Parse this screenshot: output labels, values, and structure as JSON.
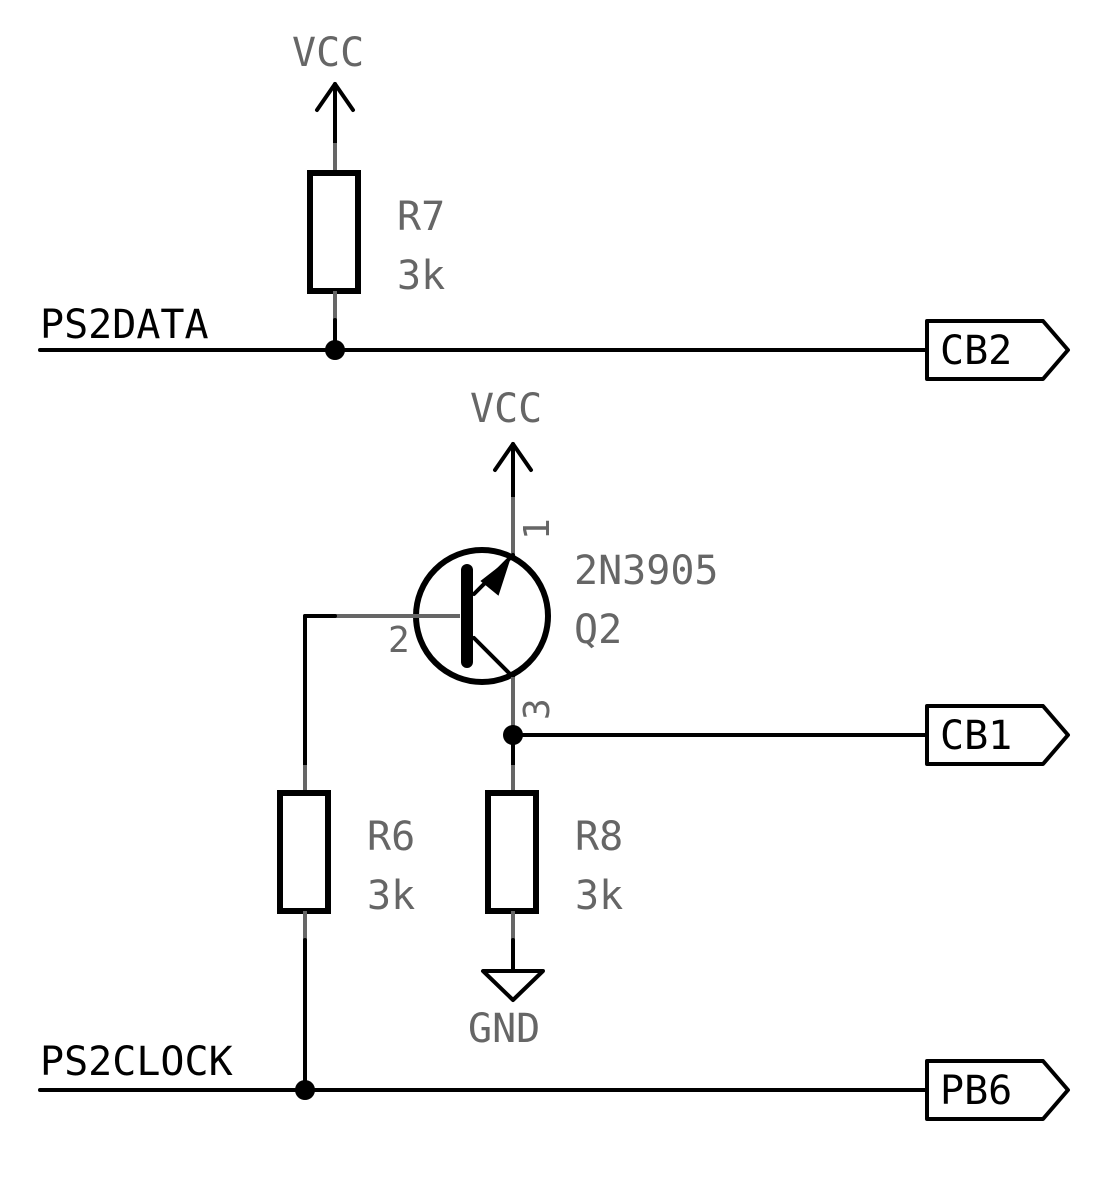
{
  "schematic": {
    "colors": {
      "wire": "#000000",
      "pin": "#666666",
      "field_text": "#666666",
      "label_text": "#000000",
      "background": "#ffffff"
    },
    "power": {
      "vcc_top": "VCC",
      "vcc_transistor": "VCC",
      "gnd": "GND"
    },
    "nets": {
      "ps2data": "PS2DATA",
      "ps2clock": "PS2CLOCK"
    },
    "hier_labels": {
      "cb2": "CB2",
      "cb1": "CB1",
      "pb6": "PB6"
    },
    "components": {
      "r7": {
        "ref": "R7",
        "value": "3k"
      },
      "r6": {
        "ref": "R6",
        "value": "3k"
      },
      "r8": {
        "ref": "R8",
        "value": "3k"
      },
      "q2": {
        "ref": "Q2",
        "value": "2N3905",
        "pins": {
          "emitter": "1",
          "base": "2",
          "collector": "3"
        }
      }
    }
  }
}
